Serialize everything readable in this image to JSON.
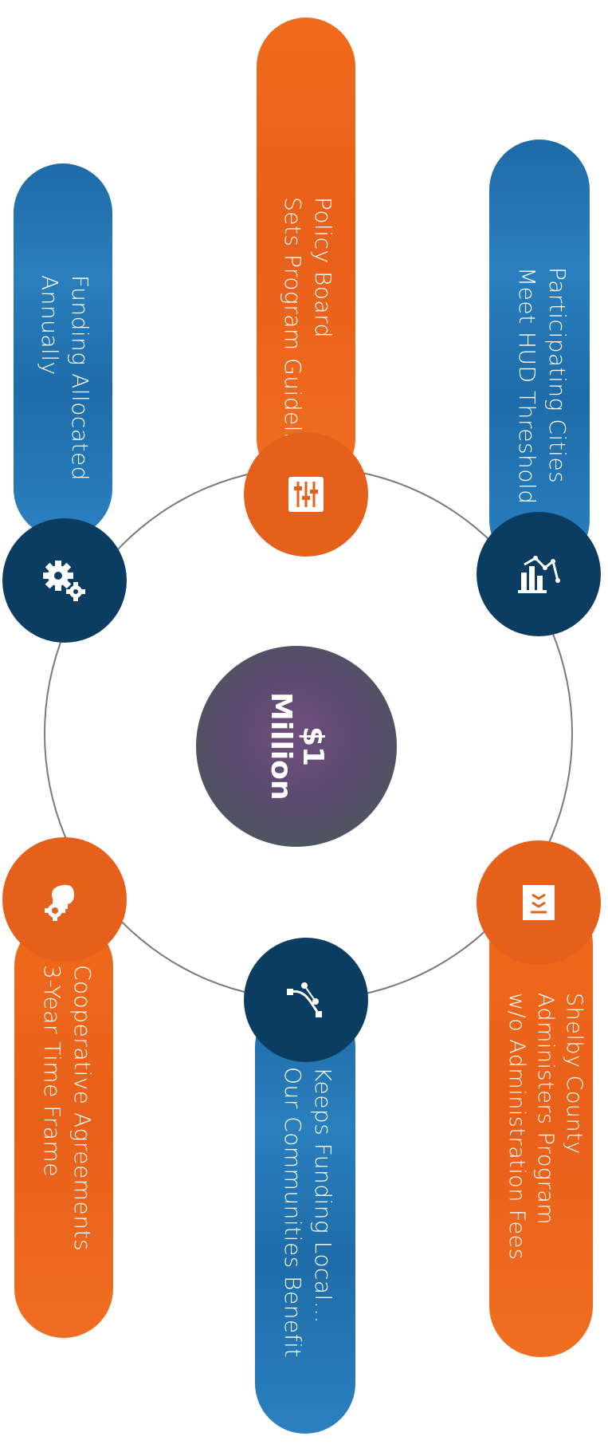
{
  "center": {
    "line1": "$1",
    "line2": "Million"
  },
  "items": [
    {
      "id": "funding-allocated",
      "color": "#1f6aa6",
      "icon": "gears-icon",
      "lines": [
        "Funding Allocated",
        "Annually"
      ]
    },
    {
      "id": "policy-board",
      "color": "#ef6a1c",
      "icon": "sliders-icon",
      "lines": [
        "Policy Board",
        "Sets Program Guidelines"
      ]
    },
    {
      "id": "participating-cities",
      "color": "#1f6aa6",
      "icon": "chart-icon",
      "lines": [
        "Participating Cities",
        "Meet HUD Threshold"
      ]
    },
    {
      "id": "cooperative-agreements",
      "color": "#ef6a1c",
      "icon": "person-gear-icon",
      "lines": [
        "Cooperative Agreements",
        "3-Year Time Frame"
      ]
    },
    {
      "id": "keeps-funding-local",
      "color": "#1f6aa6",
      "icon": "vector-path-icon",
      "lines": [
        "Keeps Funding Local...",
        "Our Communities Benefit"
      ]
    },
    {
      "id": "shelby-county",
      "color": "#ef6a1c",
      "icon": "code-document-icon",
      "lines": [
        "Shelby County",
        "Administers Program",
        "w/o Administration Fees"
      ]
    }
  ],
  "colors": {
    "orange": "#e5601a",
    "navy": "#0b3d63",
    "blue": "#1f6aa6",
    "ring": "#7a7a7a"
  }
}
